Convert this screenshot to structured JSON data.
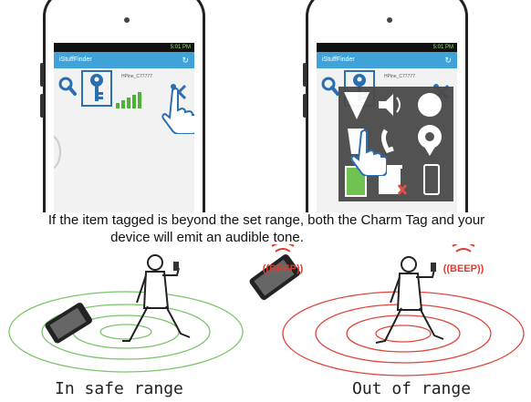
{
  "phones": [
    {
      "status_time": "5:01 PM",
      "app_title": "iStuffFinder",
      "device_name": "HPine_C77777"
    },
    {
      "status_time": "5:01 PM",
      "app_title": "iStuffFinder",
      "device_name": "HPine_C77777"
    }
  ],
  "caption": {
    "line1": "If the item tagged is beyond the set range, both the Charm Tag and your",
    "line2": "device will emit an audible tone."
  },
  "beep_label": "((BEEP))",
  "range_labels": {
    "safe": "In safe range",
    "out": "Out of range"
  },
  "colors": {
    "safe_rings": "#7cc56a",
    "out_rings": "#e0463c",
    "app_bar": "#3fa3d9",
    "beep": "#e03a2e"
  },
  "icons": {
    "search": "magnifier-icon",
    "key": "key-icon",
    "signal": "signal-bars-icon",
    "tools": "tools-icon",
    "hand": "pointing-hand-icon"
  }
}
